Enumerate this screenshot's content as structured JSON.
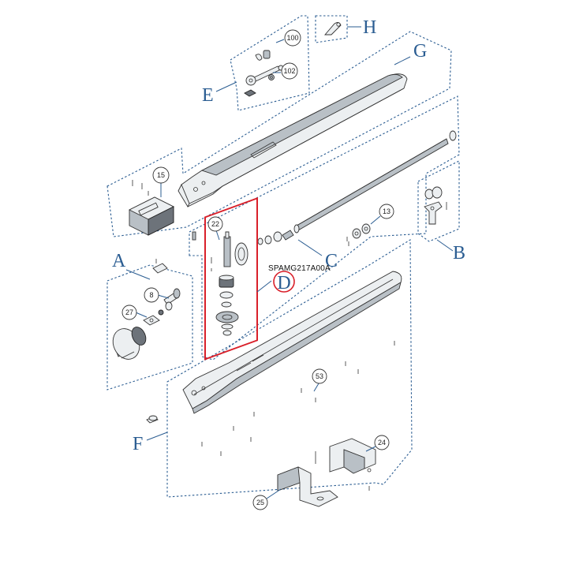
{
  "groups": {
    "A": "A",
    "B": "B",
    "C": "C",
    "D": "D",
    "E": "E",
    "F": "F",
    "G": "G",
    "H": "H"
  },
  "callouts": {
    "c100": "100",
    "c102": "102",
    "c15": "15",
    "c22": "22",
    "c13": "13",
    "c8": "8",
    "c27": "27",
    "c53": "53",
    "c24": "24",
    "c25": "25"
  },
  "part_code": "SPAMG217A00A",
  "colors": {
    "group_label": "#2b5d92",
    "highlight_box": "#d9202a",
    "linework": "#333333"
  }
}
